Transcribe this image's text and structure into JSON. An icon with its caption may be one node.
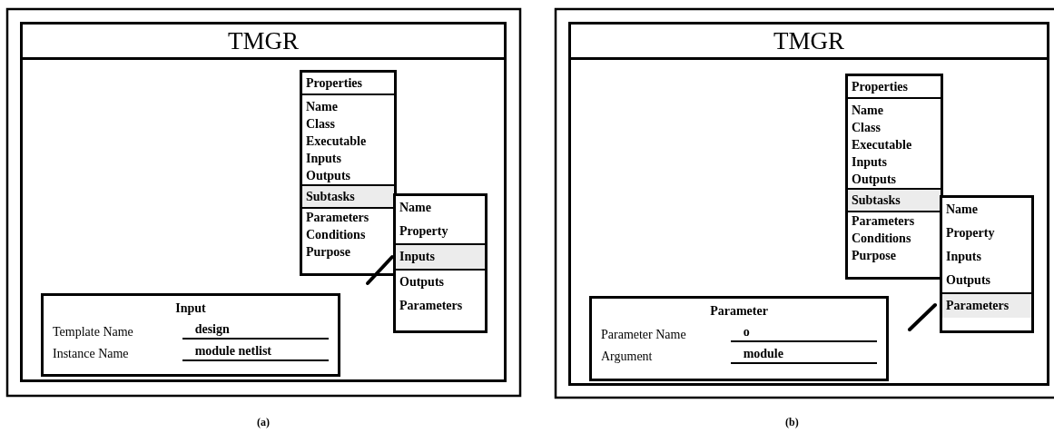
{
  "diagram": {
    "nodes": [
      {
        "text": [
          "TMGR"
        ],
        "beside": [
          "(a)"
        ]
      },
      {
        "text": [
          "Properties",
          "Name",
          "Class",
          "Executable",
          "Inputs",
          "Outputs",
          "Subtasks",
          "Parameters",
          "Conditions",
          "Purpose"
        ],
        "in": 0
      },
      {
        "text": [
          "Name",
          "Property",
          "Inputs",
          "Outputs",
          "Parameters"
        ],
        "in": 0
      },
      {
        "text": [
          "Input",
          "Template Name",
          "design",
          "Instance Name",
          "module netlist"
        ],
        "in": 0
      },
      {
        "text": [
          "TMGR"
        ],
        "beside": [
          "(b)"
        ]
      },
      {
        "text": [
          "Properties",
          "Name",
          "Class",
          "Executable",
          "Inputs",
          "Outputs",
          "Subtasks",
          "Parameters",
          "Conditions",
          "Purpose"
        ],
        "in": 4
      },
      {
        "text": [
          "Name",
          "Property",
          "Inputs",
          "Outputs",
          "Parameters"
        ],
        "in": 4
      },
      {
        "text": [
          "Parameter",
          "Parameter Name",
          "o",
          "Argument",
          "module"
        ],
        "in": 4
      }
    ]
  }
}
